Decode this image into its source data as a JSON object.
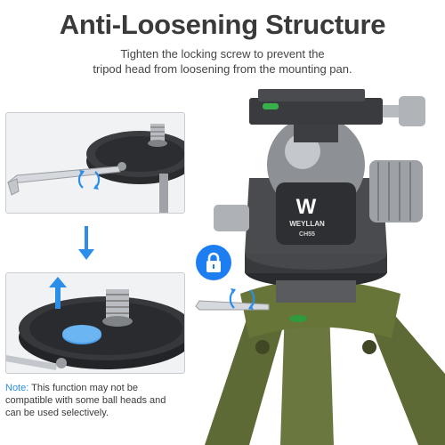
{
  "title": "Anti-Loosening Structure",
  "subtitle_line1": "Tighten the locking screw to prevent the",
  "subtitle_line2": "tripod head from loosening from the mounting pan.",
  "note_label": "Note:",
  "note_text": " This function may not be compatible with some ball heads and can be used selectively.",
  "brand": "WEYLLAN",
  "model": "CH55",
  "colors": {
    "accent_blue": "#1c7ef0",
    "tripod_green": "#5d6a35",
    "title_gray": "#3a3a3a"
  },
  "icons": [
    "lock-icon",
    "rotate-arrow-icon",
    "down-arrow-icon",
    "up-arrow-icon",
    "hex-key-icon"
  ]
}
